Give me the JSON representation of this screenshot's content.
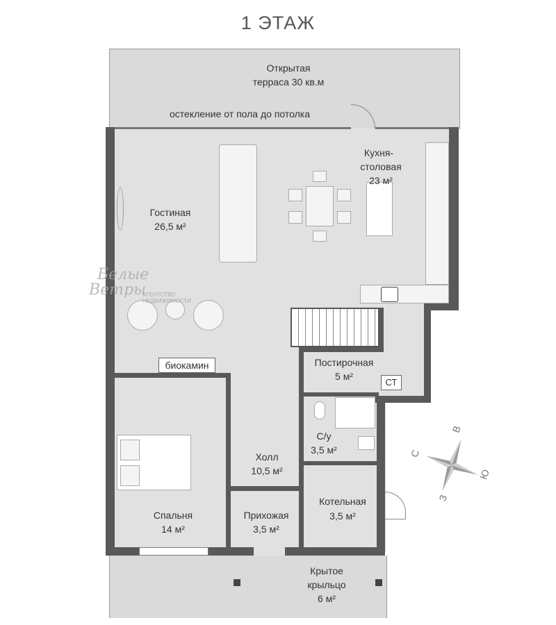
{
  "title": "1 ЭТАЖ",
  "rooms": {
    "terrace": {
      "name": "Открытая",
      "area": "терраса 30 кв.м",
      "note": "остекление от пола до потолка"
    },
    "kitchen": {
      "name": "Кухня-",
      "name2": "столовая",
      "area": "23 м²"
    },
    "living": {
      "name": "Гостиная",
      "area": "26,5 м²"
    },
    "fireplace": "биокамин",
    "laundry": {
      "name": "Постирочная",
      "area": "5 м²",
      "tag": "СТ"
    },
    "wc": {
      "name": "С/у",
      "area": "3,5 м²"
    },
    "hall": {
      "name": "Холл",
      "area": "10,5 м²"
    },
    "boiler": {
      "name": "Котельная",
      "area": "3,5 м²"
    },
    "entry": {
      "name": "Прихожая",
      "area": "3,5 м²"
    },
    "bedroom": {
      "name": "Спальня",
      "area": "14 м²"
    },
    "porch": {
      "name": "Крытое",
      "name2": "крыльцо",
      "area": "6 м²"
    }
  },
  "compass": {
    "n": "С",
    "e": "В",
    "s": "Ю",
    "w": "З"
  },
  "watermark": {
    "brand1": "Белые",
    "brand2": "Ветры",
    "sub1": "АГЕНТСТВО",
    "sub2": "НЕДВИЖИМОСТИ"
  }
}
